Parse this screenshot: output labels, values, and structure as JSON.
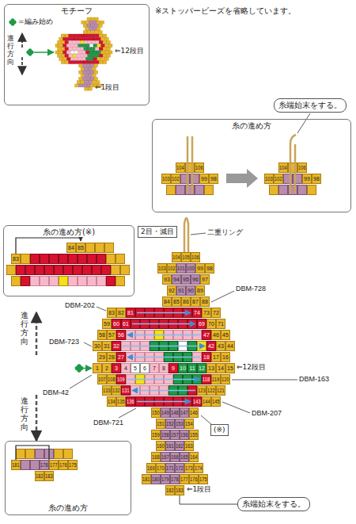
{
  "diagram": {
    "nodes": [
      {
        "text": [
          "モチーフ"
        ]
      },
      {
        "text": [
          "糸の進め方"
        ]
      },
      {
        "text": [
          "104"
        ],
        "in": 1
      },
      {
        "text": [
          "106"
        ],
        "in": 1
      },
      {
        "text": [
          "103"
        ],
        "in": 1
      },
      {
        "text": [
          "102"
        ],
        "in": 1
      },
      {
        "text": [
          "99"
        ],
        "in": 1
      },
      {
        "text": [
          "98"
        ],
        "in": 1
      },
      {
        "text": [
          "104"
        ],
        "in": 1
      },
      {
        "text": [
          "106"
        ],
        "in": 1
      },
      {
        "text": [
          "103"
        ],
        "in": 1
      },
      {
        "text": [
          "102"
        ],
        "in": 1
      },
      {
        "text": [
          "99"
        ],
        "in": 1
      },
      {
        "text": [
          "98"
        ],
        "in": 1
      },
      {
        "text": [
          "糸端始末をする。"
        ]
      },
      {
        "text": [
          "糸の進め方(※)"
        ]
      },
      {
        "text": [
          "84"
        ],
        "in": 15
      },
      {
        "text": [
          "85"
        ],
        "in": 15
      },
      {
        "text": [
          "83"
        ],
        "in": 15
      },
      {
        "text": [
          "2目・減目"
        ]
      },
      {
        "text": [
          "104"
        ]
      },
      {
        "text": [
          "105"
        ]
      },
      {
        "text": [
          "106"
        ]
      },
      {
        "text": [
          "103"
        ]
      },
      {
        "text": [
          "102"
        ]
      },
      {
        "text": [
          "101"
        ]
      },
      {
        "text": [
          "100"
        ]
      },
      {
        "text": [
          "99"
        ]
      },
      {
        "text": [
          "98"
        ]
      },
      {
        "text": [
          "93"
        ]
      },
      {
        "text": [
          "94"
        ]
      },
      {
        "text": [
          "95"
        ]
      },
      {
        "text": [
          "96"
        ]
      },
      {
        "text": [
          "97"
        ]
      },
      {
        "text": [
          "92"
        ]
      },
      {
        "text": [
          "91"
        ]
      },
      {
        "text": [
          "90"
        ]
      },
      {
        "text": [
          "89"
        ]
      },
      {
        "text": [
          "84"
        ]
      },
      {
        "text": [
          "85"
        ]
      },
      {
        "text": [
          "86"
        ]
      },
      {
        "text": [
          "87"
        ]
      },
      {
        "text": [
          "88"
        ]
      },
      {
        "text": [
          "83"
        ]
      },
      {
        "text": [
          "82"
        ]
      },
      {
        "text": [
          "81"
        ]
      },
      {
        "text": [
          "74"
        ]
      },
      {
        "text": [
          "73"
        ]
      },
      {
        "text": [
          "72"
        ]
      },
      {
        "text": [
          "59"
        ]
      },
      {
        "text": [
          "60"
        ]
      },
      {
        "text": [
          "61"
        ]
      },
      {
        "text": [
          "69"
        ]
      },
      {
        "text": [
          "70"
        ]
      },
      {
        "text": [
          "71"
        ]
      },
      {
        "text": [
          "58"
        ]
      },
      {
        "text": [
          "57"
        ]
      },
      {
        "text": [
          "56"
        ]
      },
      {
        "text": [
          "47"
        ]
      },
      {
        "text": [
          "46"
        ]
      },
      {
        "text": [
          "45"
        ]
      },
      {
        "text": [
          "30"
        ]
      },
      {
        "text": [
          "31"
        ]
      },
      {
        "text": [
          "32"
        ]
      },
      {
        "text": [
          "42"
        ]
      },
      {
        "text": [
          "43"
        ]
      },
      {
        "text": [
          "44"
        ]
      },
      {
        "text": [
          "29"
        ]
      },
      {
        "text": [
          "28"
        ]
      },
      {
        "text": [
          "27"
        ]
      },
      {
        "text": [
          "18"
        ]
      },
      {
        "text": [
          "17"
        ]
      },
      {
        "text": [
          "16"
        ]
      },
      {
        "text": [
          "1"
        ]
      },
      {
        "text": [
          "2"
        ]
      },
      {
        "text": [
          "3"
        ]
      },
      {
        "text": [
          "4"
        ]
      },
      {
        "text": [
          "5"
        ]
      },
      {
        "text": [
          "6"
        ]
      },
      {
        "text": [
          "7"
        ]
      },
      {
        "text": [
          "8"
        ]
      },
      {
        "text": [
          "9"
        ]
      },
      {
        "text": [
          "10"
        ]
      },
      {
        "text": [
          "11"
        ]
      },
      {
        "text": [
          "12"
        ]
      },
      {
        "text": [
          "13"
        ]
      },
      {
        "text": [
          "14"
        ]
      },
      {
        "text": [
          "15"
        ]
      },
      {
        "text": [
          "107"
        ]
      },
      {
        "text": [
          "108"
        ]
      },
      {
        "text": [
          "109"
        ]
      },
      {
        "text": [
          "118"
        ]
      },
      {
        "text": [
          "119"
        ]
      },
      {
        "text": [
          "120"
        ]
      },
      {
        "text": [
          "133"
        ]
      },
      {
        "text": [
          "132"
        ]
      },
      {
        "text": [
          "131"
        ]
      },
      {
        "text": [
          "123"
        ]
      },
      {
        "text": [
          "122"
        ]
      },
      {
        "text": [
          "121"
        ]
      },
      {
        "text": [
          "134"
        ]
      },
      {
        "text": [
          "135"
        ]
      },
      {
        "text": [
          "136"
        ]
      },
      {
        "text": [
          "143"
        ]
      },
      {
        "text": [
          "144"
        ]
      },
      {
        "text": [
          "145"
        ]
      },
      {
        "text": [
          "150"
        ]
      },
      {
        "text": [
          "149"
        ]
      },
      {
        "text": [
          "148"
        ]
      },
      {
        "text": [
          "147"
        ]
      },
      {
        "text": [
          "146"
        ]
      },
      {
        "text": [
          "151"
        ]
      },
      {
        "text": [
          "152"
        ]
      },
      {
        "text": [
          "153"
        ]
      },
      {
        "text": [
          "154"
        ]
      },
      {
        "text": [
          "159"
        ]
      },
      {
        "text": [
          "158"
        ]
      },
      {
        "text": [
          "157"
        ]
      },
      {
        "text": [
          "156"
        ]
      },
      {
        "text": [
          "155"
        ]
      },
      {
        "text": [
          "160"
        ]
      },
      {
        "text": [
          "161"
        ]
      },
      {
        "text": [
          "162"
        ]
      },
      {
        "text": [
          "163"
        ]
      },
      {
        "text": [
          "168"
        ]
      },
      {
        "text": [
          "167"
        ]
      },
      {
        "text": [
          "166"
        ]
      },
      {
        "text": [
          "165"
        ]
      },
      {
        "text": [
          "164"
        ]
      },
      {
        "text": [
          "169"
        ]
      },
      {
        "text": [
          "170"
        ]
      },
      {
        "text": [
          "171"
        ]
      },
      {
        "text": [
          "172"
        ]
      },
      {
        "text": [
          "173"
        ]
      },
      {
        "text": [
          "174"
        ]
      },
      {
        "text": [
          "181"
        ]
      },
      {
        "text": [
          "180"
        ]
      },
      {
        "text": [
          "179"
        ]
      },
      {
        "text": [
          "178"
        ]
      },
      {
        "text": [
          "177"
        ]
      },
      {
        "text": [
          "176"
        ]
      },
      {
        "text": [
          "175"
        ]
      },
      {
        "text": [
          "182"
        ]
      },
      {
        "text": [
          "183"
        ]
      },
      {
        "text": [
          "(※)"
        ]
      },
      {
        "text": [
          "糸の進め方"
        ]
      },
      {
        "text": [
          "181"
        ],
        "in": 145
      },
      {
        "text": [
          "178"
        ],
        "in": 145
      },
      {
        "text": [
          "177"
        ],
        "in": 145
      },
      {
        "text": [
          "176"
        ],
        "in": 145
      },
      {
        "text": [
          "175"
        ],
        "in": 145
      },
      {
        "text": [
          "182"
        ],
        "in": 145
      },
      {
        "text": [
          "183"
        ],
        "in": 145
      },
      {
        "text": [
          "糸端始末をする。"
        ]
      }
    ],
    "edges": [
      {
        "from": 143,
        "to": 153,
        "arrow": "none"
      }
    ],
    "labels": [
      "※ストッパービーズを省略しています。",
      "=編み始め",
      "進行方向",
      "⇐12段目",
      "⇐1段目",
      "二重リング",
      "DBM-728",
      "DBM-202",
      "進行方向",
      "DBM-723",
      "⇐12段目",
      "DBM-42",
      "DBM-163",
      "進行方向",
      "DBM-721",
      "DBM-207",
      "⇐1段目"
    ]
  }
}
